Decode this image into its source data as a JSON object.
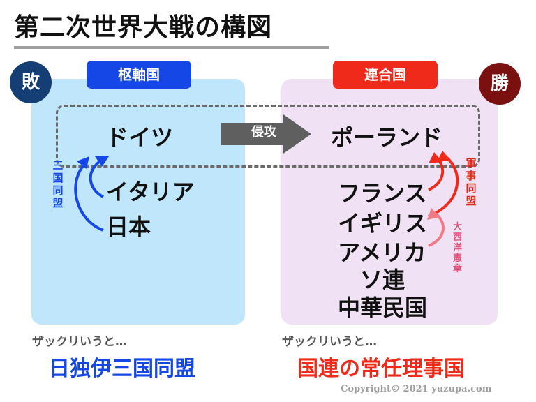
{
  "title": "第二次世界大戦の構図",
  "axis": {
    "tag": "枢軸国",
    "badge": "敗",
    "countries": [
      "ドイツ",
      "イタリア",
      "日本"
    ],
    "alliance_label": "三国同盟",
    "summary_lead": "ザックリいうと…",
    "summary": "日独伊三国同盟",
    "color": "#1447e6"
  },
  "allies": {
    "tag": "連合国",
    "badge": "勝",
    "countries": [
      "ポーランド",
      "フランス",
      "イギリス",
      "アメリカ",
      "ソ連",
      "中華民国"
    ],
    "military_label": "軍事同盟",
    "atlantic_label": "大西洋憲章",
    "summary_lead": "ザックリいうと…",
    "summary": "国連の常任理事国",
    "color": "#f02a1a"
  },
  "invade_label": "侵攻",
  "copyright": "Copyright© 2021 yuzupa.com"
}
